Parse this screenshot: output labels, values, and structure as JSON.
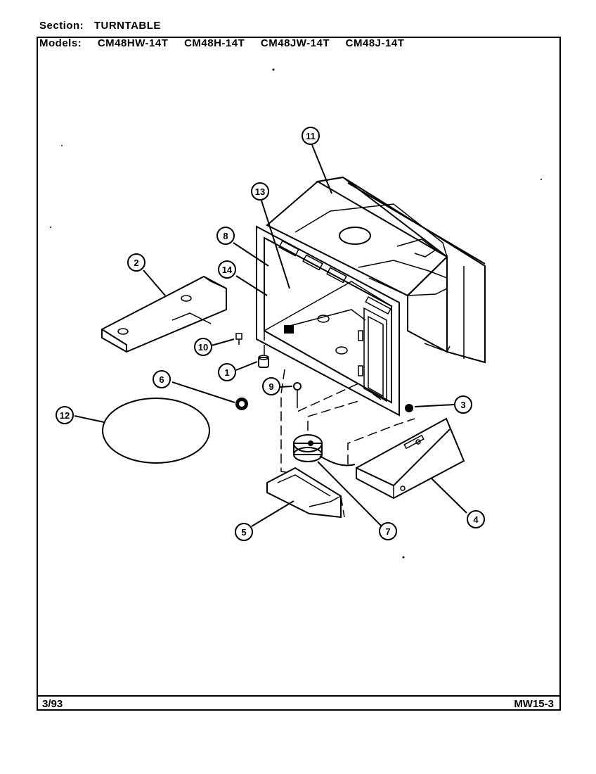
{
  "header": {
    "section_label": "Section:",
    "section_value": "TURNTABLE",
    "models_label": "Models:",
    "models": [
      "CM48HW-14T",
      "CM48H-14T",
      "CM48JW-14T",
      "CM48J-14T"
    ]
  },
  "footer": {
    "date": "3/93",
    "code": "MW15-3"
  },
  "callouts": [
    {
      "id": "c1",
      "label": "1"
    },
    {
      "id": "c2",
      "label": "2"
    },
    {
      "id": "c3",
      "label": "3"
    },
    {
      "id": "c4",
      "label": "4"
    },
    {
      "id": "c5",
      "label": "5"
    },
    {
      "id": "c6",
      "label": "6"
    },
    {
      "id": "c7",
      "label": "7"
    },
    {
      "id": "c8",
      "label": "8"
    },
    {
      "id": "c9",
      "label": "9"
    },
    {
      "id": "c10",
      "label": "10"
    },
    {
      "id": "c11",
      "label": "11"
    },
    {
      "id": "c12",
      "label": "12"
    },
    {
      "id": "c13",
      "label": "13"
    },
    {
      "id": "c14",
      "label": "14"
    }
  ]
}
